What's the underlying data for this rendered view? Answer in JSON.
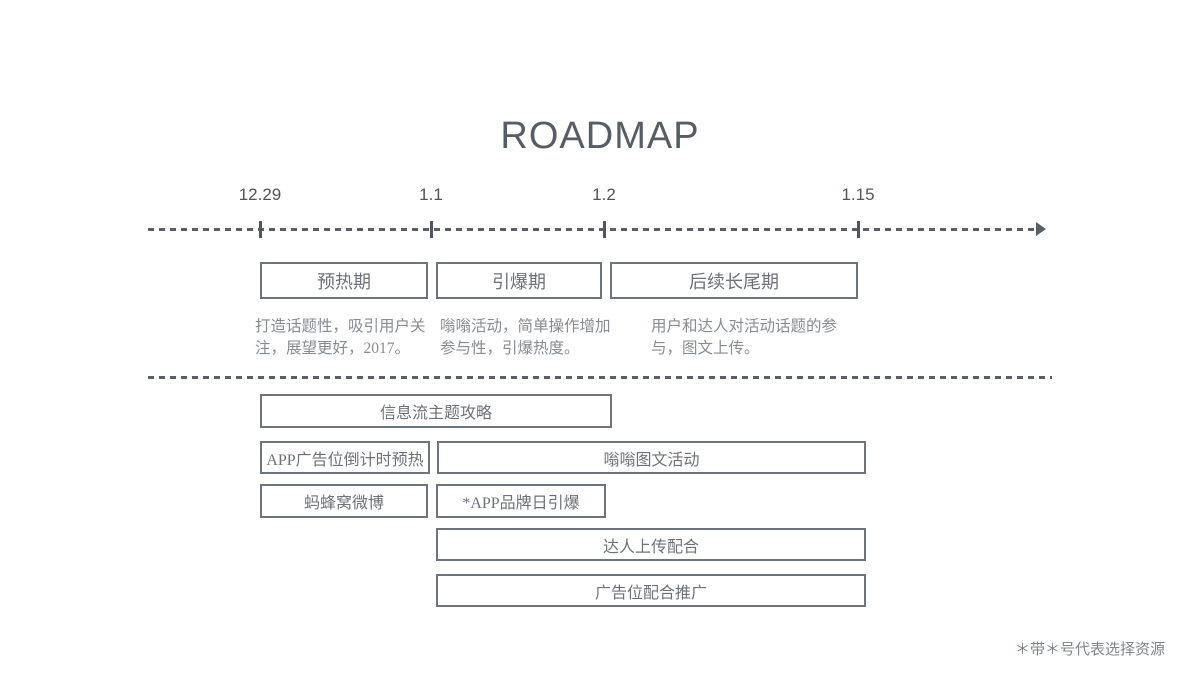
{
  "title": "ROADMAP",
  "colors": {
    "background": "#ffffff",
    "title_text": "#565d66",
    "timeline_line": "#595f69",
    "box_border": "#6e747c",
    "box_text": "#6d727a",
    "description_text": "#878c93"
  },
  "timeline": {
    "dates": [
      {
        "label": "12.29"
      },
      {
        "label": "1.1"
      },
      {
        "label": "1.2"
      },
      {
        "label": "1.15"
      }
    ]
  },
  "phases": [
    {
      "label": "预热期",
      "desc": "打造话题性，吸引用户关注，展望更好，2017。"
    },
    {
      "label": "引爆期",
      "desc": "嗡嗡活动，简单操作增加参与性，引爆热度。"
    },
    {
      "label": "后续长尾期",
      "desc": "用户和达人对活动话题的参与，图文上传。"
    }
  ],
  "tasks": [
    {
      "label": "信息流主题攻略"
    },
    {
      "label": "APP广告位倒计时预热"
    },
    {
      "label": "嗡嗡图文活动"
    },
    {
      "label": "蚂蜂窝微博"
    },
    {
      "label": "*APP品牌日引爆"
    },
    {
      "label": "达人上传配合"
    },
    {
      "label": "广告位配合推广"
    }
  ],
  "footnote": "＊带＊号代表选择资源"
}
